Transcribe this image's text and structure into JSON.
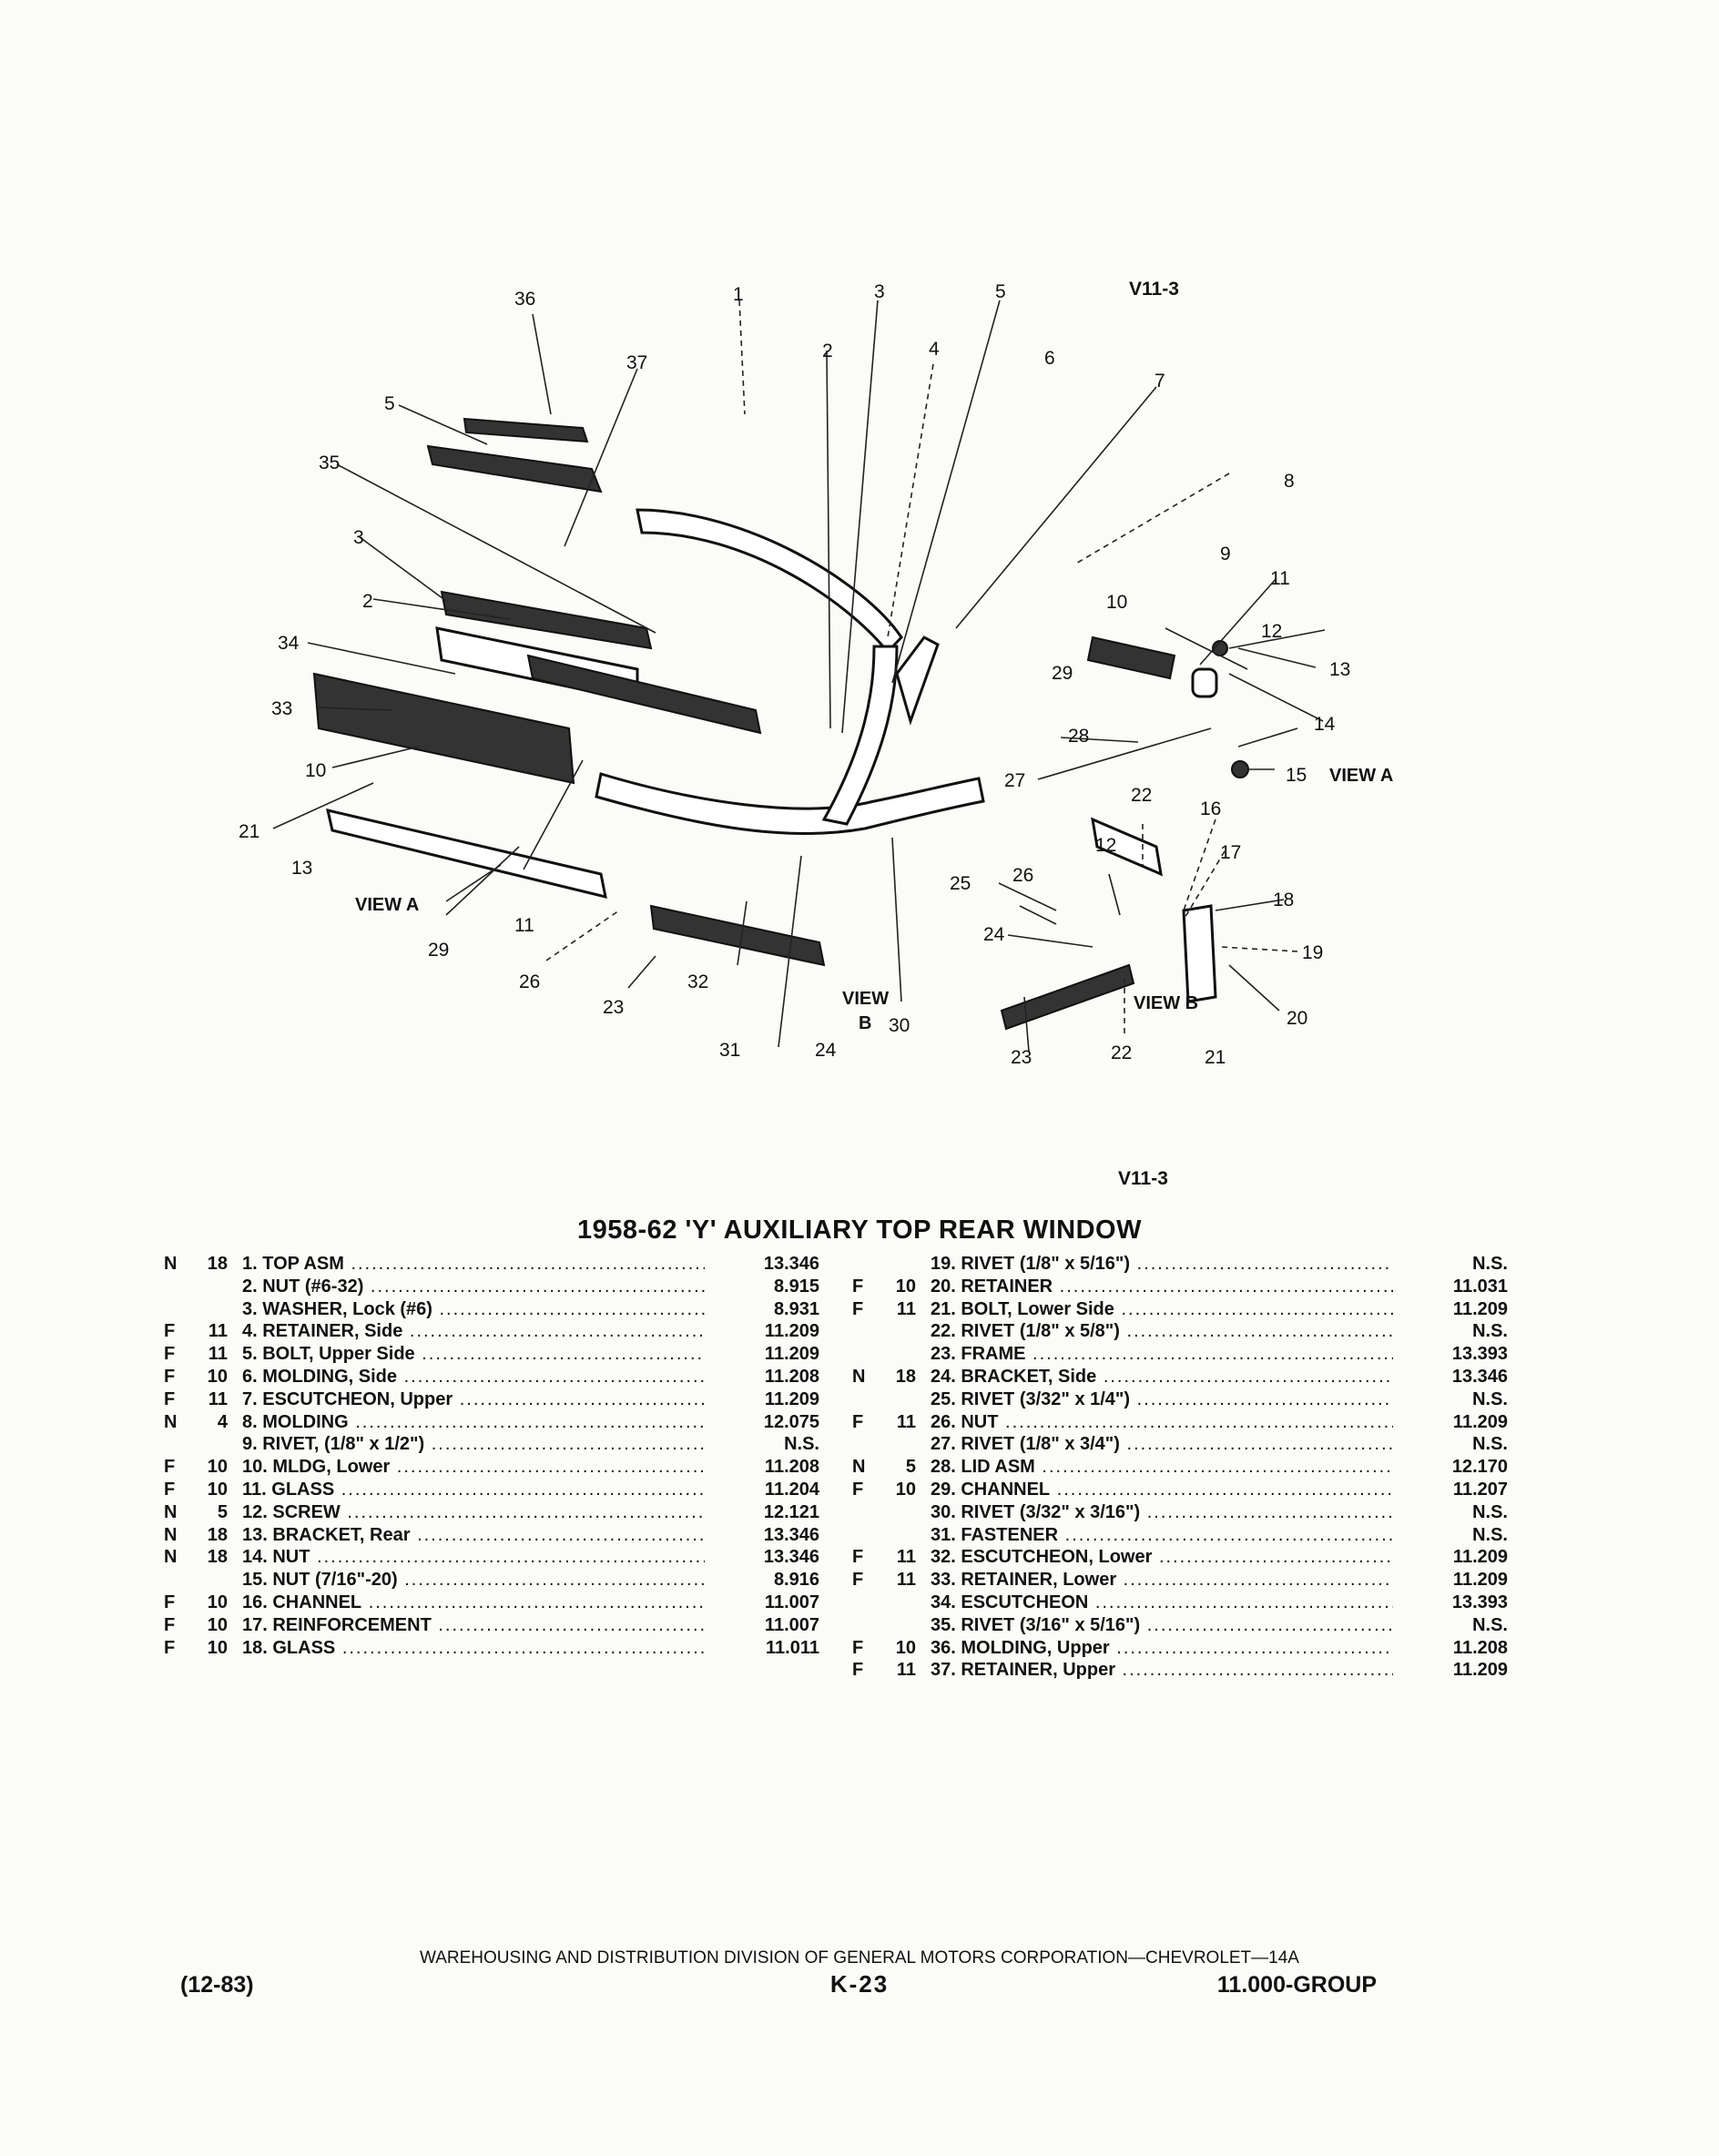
{
  "diagram": {
    "code_top": "V11-3",
    "code_bottom": "V11-3",
    "view_a": "VIEW A",
    "view_b": "VIEW B",
    "callouts": [
      "36",
      "1",
      "3",
      "5",
      "V11-3",
      "37",
      "2",
      "4",
      "6",
      "7",
      "5",
      "8",
      "35",
      "3",
      "9",
      "11",
      "10",
      "12",
      "2",
      "34",
      "13",
      "29",
      "14",
      "33",
      "28",
      "15",
      "10",
      "27",
      "22",
      "16",
      "21",
      "17",
      "13",
      "25",
      "26",
      "12",
      "18",
      "24",
      "19",
      "11",
      "29",
      "26",
      "32",
      "23",
      "31",
      "24",
      "30",
      "20",
      "23",
      "22",
      "21"
    ]
  },
  "title": "1958-62 'Y' AUXILIARY TOP REAR WINDOW",
  "parts_left": [
    {
      "code": "N",
      "level": "18",
      "desc": "1. TOP ASM",
      "group": "13.346"
    },
    {
      "code": "",
      "level": "",
      "desc": "2. NUT (#6-32)",
      "group": "8.915"
    },
    {
      "code": "",
      "level": "",
      "desc": "3. WASHER, Lock (#6)",
      "group": "8.931"
    },
    {
      "code": "F",
      "level": "11",
      "desc": "4. RETAINER, Side",
      "group": "11.209"
    },
    {
      "code": "F",
      "level": "11",
      "desc": "5. BOLT, Upper Side",
      "group": "11.209"
    },
    {
      "code": "F",
      "level": "10",
      "desc": "6. MOLDING, Side",
      "group": "11.208"
    },
    {
      "code": "F",
      "level": "11",
      "desc": "7. ESCUTCHEON, Upper",
      "group": "11.209"
    },
    {
      "code": "N",
      "level": "4",
      "desc": "8. MOLDING",
      "group": "12.075"
    },
    {
      "code": "",
      "level": "",
      "desc": "9. RIVET, (1/8\" x 1/2\")",
      "group": "N.S."
    },
    {
      "code": "F",
      "level": "10",
      "desc": "10. MLDG, Lower",
      "group": "11.208"
    },
    {
      "code": "F",
      "level": "10",
      "desc": "11. GLASS",
      "group": "11.204"
    },
    {
      "code": "N",
      "level": "5",
      "desc": "12. SCREW",
      "group": "12.121"
    },
    {
      "code": "N",
      "level": "18",
      "desc": "13. BRACKET, Rear",
      "group": "13.346"
    },
    {
      "code": "N",
      "level": "18",
      "desc": "14. NUT",
      "group": "13.346"
    },
    {
      "code": "",
      "level": "",
      "desc": "15. NUT (7/16\"-20)",
      "group": "8.916"
    },
    {
      "code": "F",
      "level": "10",
      "desc": "16. CHANNEL",
      "group": "11.007"
    },
    {
      "code": "F",
      "level": "10",
      "desc": "17. REINFORCEMENT",
      "group": "11.007"
    },
    {
      "code": "F",
      "level": "10",
      "desc": "18. GLASS",
      "group": "11.011"
    }
  ],
  "parts_right": [
    {
      "code": "",
      "level": "",
      "desc": "19. RIVET (1/8\" x 5/16\")",
      "group": "N.S."
    },
    {
      "code": "F",
      "level": "10",
      "desc": "20. RETAINER",
      "group": "11.031"
    },
    {
      "code": "F",
      "level": "11",
      "desc": "21. BOLT, Lower Side",
      "group": "11.209"
    },
    {
      "code": "",
      "level": "",
      "desc": "22. RIVET (1/8\" x 5/8\")",
      "group": "N.S."
    },
    {
      "code": "",
      "level": "",
      "desc": "23. FRAME",
      "group": "13.393"
    },
    {
      "code": "N",
      "level": "18",
      "desc": "24. BRACKET, Side",
      "group": "13.346"
    },
    {
      "code": "",
      "level": "",
      "desc": "25. RIVET (3/32\" x 1/4\")",
      "group": "N.S."
    },
    {
      "code": "F",
      "level": "11",
      "desc": "26. NUT",
      "group": "11.209"
    },
    {
      "code": "",
      "level": "",
      "desc": "27. RIVET (1/8\" x 3/4\")",
      "group": "N.S."
    },
    {
      "code": "N",
      "level": "5",
      "desc": "28. LID ASM",
      "group": "12.170"
    },
    {
      "code": "F",
      "level": "10",
      "desc": "29. CHANNEL",
      "group": "11.207"
    },
    {
      "code": "",
      "level": "",
      "desc": "30. RIVET (3/32\" x 3/16\")",
      "group": "N.S."
    },
    {
      "code": "",
      "level": "",
      "desc": "31. FASTENER",
      "group": "N.S."
    },
    {
      "code": "F",
      "level": "11",
      "desc": "32. ESCUTCHEON, Lower",
      "group": "11.209"
    },
    {
      "code": "F",
      "level": "11",
      "desc": "33. RETAINER, Lower",
      "group": "11.209"
    },
    {
      "code": "",
      "level": "",
      "desc": "34. ESCUTCHEON",
      "group": "13.393"
    },
    {
      "code": "",
      "level": "",
      "desc": "35. RIVET (3/16\" x 5/16\")",
      "group": "N.S."
    },
    {
      "code": "F",
      "level": "10",
      "desc": "36. MOLDING, Upper",
      "group": "11.208"
    },
    {
      "code": "F",
      "level": "11",
      "desc": "37. RETAINER, Upper",
      "group": "11.209"
    }
  ],
  "footer": {
    "division": "WAREHOUSING AND DISTRIBUTION DIVISION OF GENERAL MOTORS CORPORATION—CHEVROLET—14A",
    "date": "(12-83)",
    "page": "K-23",
    "group": "11.000-GROUP"
  }
}
